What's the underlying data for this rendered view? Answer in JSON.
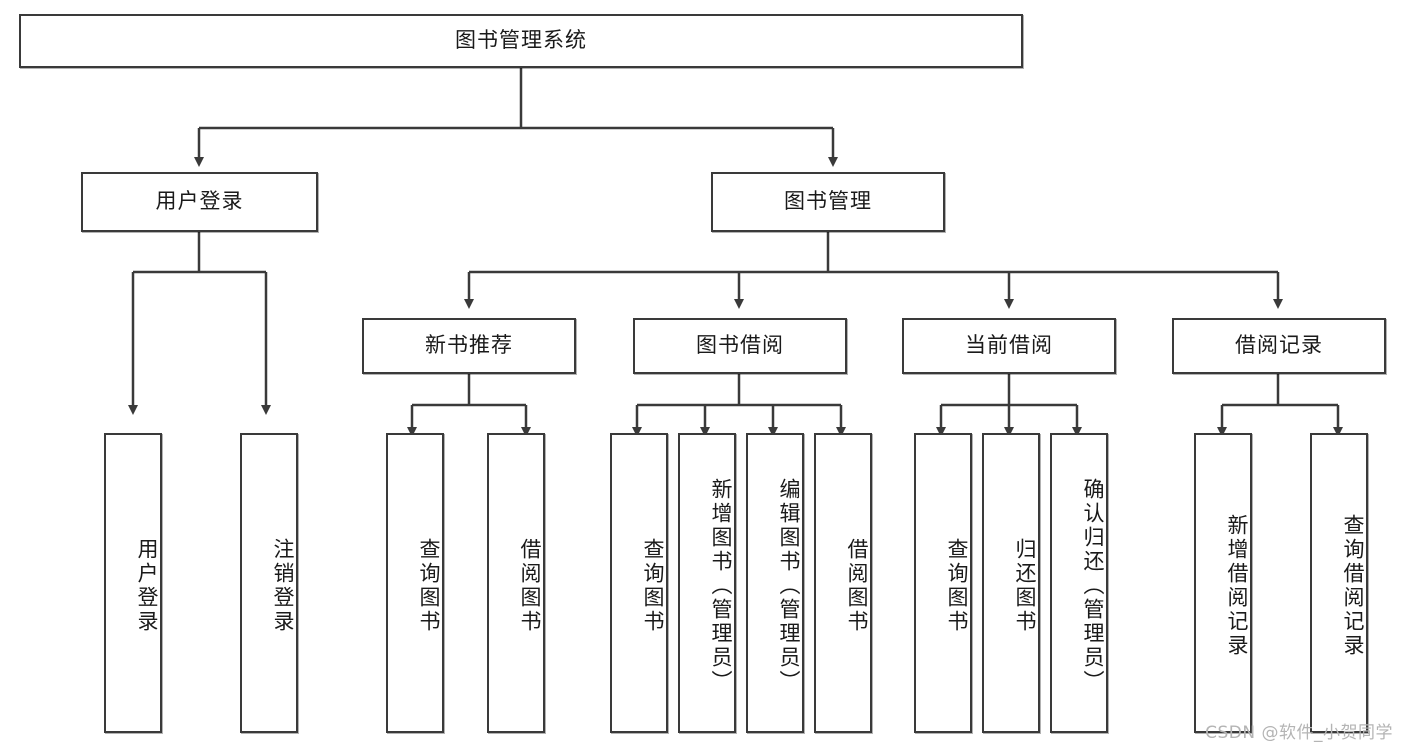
{
  "diagram": {
    "title_text": "图书管理系统",
    "watermark": "CSDN @软件_小贺同学",
    "style": {
      "box_border_color": "#3a3a3a",
      "box_fill": "#ffffff",
      "line_color": "#3a3a3a",
      "text_color": "#1a1a1a",
      "watermark_color": "#b4b4b4",
      "background": "#ffffff"
    },
    "levels": {
      "root": {
        "label": "图书管理系统"
      },
      "level2": [
        {
          "label": "用户登录"
        },
        {
          "label": "图书管理"
        }
      ],
      "level3": [
        {
          "label": "新书推荐"
        },
        {
          "label": "图书借阅"
        },
        {
          "label": "当前借阅"
        },
        {
          "label": "借阅记录"
        }
      ],
      "leaves": [
        {
          "label": "用户登录",
          "parent": "用户登录"
        },
        {
          "label": "注销登录",
          "parent": "用户登录"
        },
        {
          "label": "查询图书",
          "parent": "新书推荐"
        },
        {
          "label": "借阅图书",
          "parent": "新书推荐"
        },
        {
          "label": "查询图书",
          "parent": "图书借阅"
        },
        {
          "label": "新增图书（管理员）",
          "parent": "图书借阅"
        },
        {
          "label": "编辑图书（管理员）",
          "parent": "图书借阅"
        },
        {
          "label": "借阅图书",
          "parent": "图书借阅"
        },
        {
          "label": "查询图书",
          "parent": "当前借阅"
        },
        {
          "label": "归还图书",
          "parent": "当前借阅"
        },
        {
          "label": "确认归还（管理员）",
          "parent": "当前借阅"
        },
        {
          "label": "新增借阅记录",
          "parent": "借阅记录"
        },
        {
          "label": "查询借阅记录",
          "parent": "借阅记录"
        }
      ]
    }
  }
}
